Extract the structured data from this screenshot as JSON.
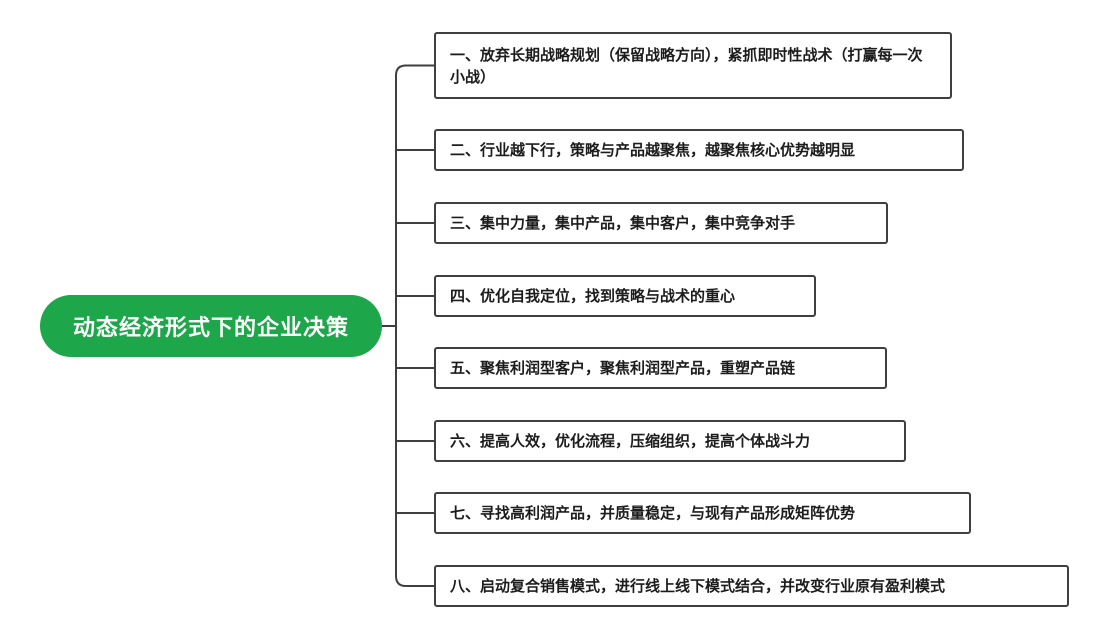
{
  "root": {
    "label": "动态经济形式下的企业决策"
  },
  "branches": [
    {
      "label": "一、放弃长期战略规划（保留战略方向），紧抓即时性战术（打赢每一次小战）"
    },
    {
      "label": "二、行业越下行，策略与产品越聚焦，越聚焦核心优势越明显"
    },
    {
      "label": "三、集中力量，集中产品，集中客户，集中竞争对手"
    },
    {
      "label": "四、优化自我定位，找到策略与战术的重心"
    },
    {
      "label": "五、聚焦利润型客户，聚焦利润型产品，重塑产品链"
    },
    {
      "label": "六、提高人效，优化流程，压缩组织，提高个体战斗力"
    },
    {
      "label": "七、寻找高利润产品，并质量稳定，与现有产品形成矩阵优势"
    },
    {
      "label": "八、启动复合销售模式，进行线上线下模式结合，并改变行业原有盈利模式"
    }
  ],
  "colors": {
    "root_fill": "#1ea64a",
    "root_text": "#ffffff",
    "node_border": "#3f3f3f",
    "connector": "#3f3f3f"
  }
}
